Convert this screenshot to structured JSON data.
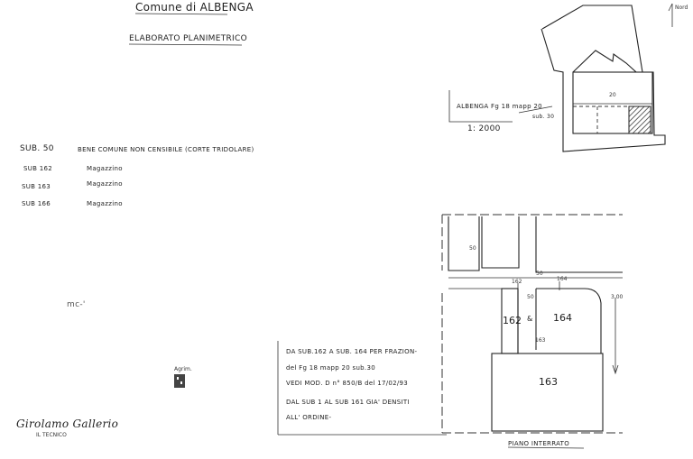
{
  "header": {
    "title": "Comune di ALBENGA",
    "subtitle": "ELABORATO PLANIMETRICO"
  },
  "legend": {
    "items": [
      {
        "sub": "SUB. 50",
        "desc": "BENE COMUNE NON CENSIBILE (CORTE TRIDOLARE)"
      },
      {
        "sub": "SUB 162",
        "desc": "Magazzino"
      },
      {
        "sub": "SUB 163",
        "desc": "Magazzino"
      },
      {
        "sub": "SUB 166",
        "desc": "Magazzino"
      }
    ]
  },
  "location_map": {
    "label": "ALBENGA Fg 18 mapp 20",
    "sub_label": "sub. 30",
    "scale": "1: 2000",
    "parcel_number": "20",
    "north_label": "Nord"
  },
  "plan": {
    "unit_162": "162",
    "unit_163": "163",
    "unit_164": "164",
    "unit_separator": "&",
    "court_50_a": "50",
    "court_50_b": "50",
    "court_50_c": "50",
    "tick_162": "162",
    "tick_164": "164",
    "tick_163": "163",
    "dim_right": "3.00",
    "label": "PIANO INTERRATO"
  },
  "note": {
    "lines": [
      "DA SUB.162 A SUB. 164 PER FRAZION-",
      "del Fg 18 mapp 20 sub.30",
      "VEDI MOD. D n° 850/B del 17/02/93",
      "DAL SUB 1 AL SUB 161 GIA' DENSITI",
      "ALL' ORDINE-"
    ]
  },
  "signature": {
    "name": "Girolamo Gallerio",
    "caption": "IL TECNICO"
  },
  "marks": {
    "scribble": "mc-'",
    "stamp": "Agrim."
  }
}
